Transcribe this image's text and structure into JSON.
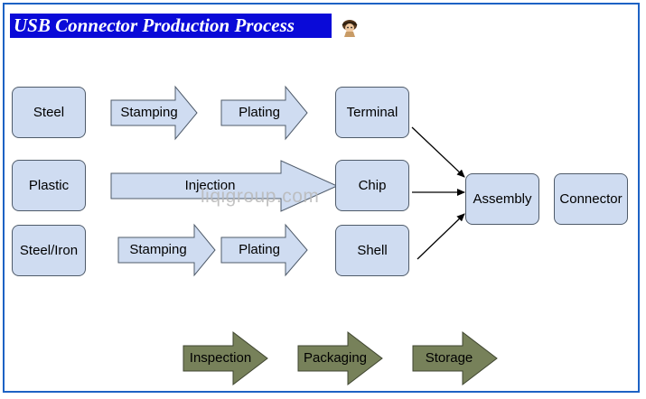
{
  "title": "USB Connector Production Process",
  "watermark": "liqigroup.com",
  "materials": {
    "steel": "Steel",
    "plastic": "Plastic",
    "steel_iron": "Steel/Iron"
  },
  "process": {
    "row1_stamping": "Stamping",
    "row1_plating": "Plating",
    "injection": "Injection",
    "row3_stamping": "Stamping",
    "row3_plating": "Plating"
  },
  "parts": {
    "terminal": "Terminal",
    "chip": "Chip",
    "shell": "Shell"
  },
  "assembly": "Assembly",
  "connector": "Connector",
  "final_steps": {
    "inspection": "Inspection",
    "packaging": "Packaging",
    "storage": "Storage"
  },
  "colors": {
    "title_bg": "#0a0ad8",
    "frame": "#1d62c4",
    "box_fill": "#cfdcf1",
    "final_arrow_fill": "#77815a"
  }
}
